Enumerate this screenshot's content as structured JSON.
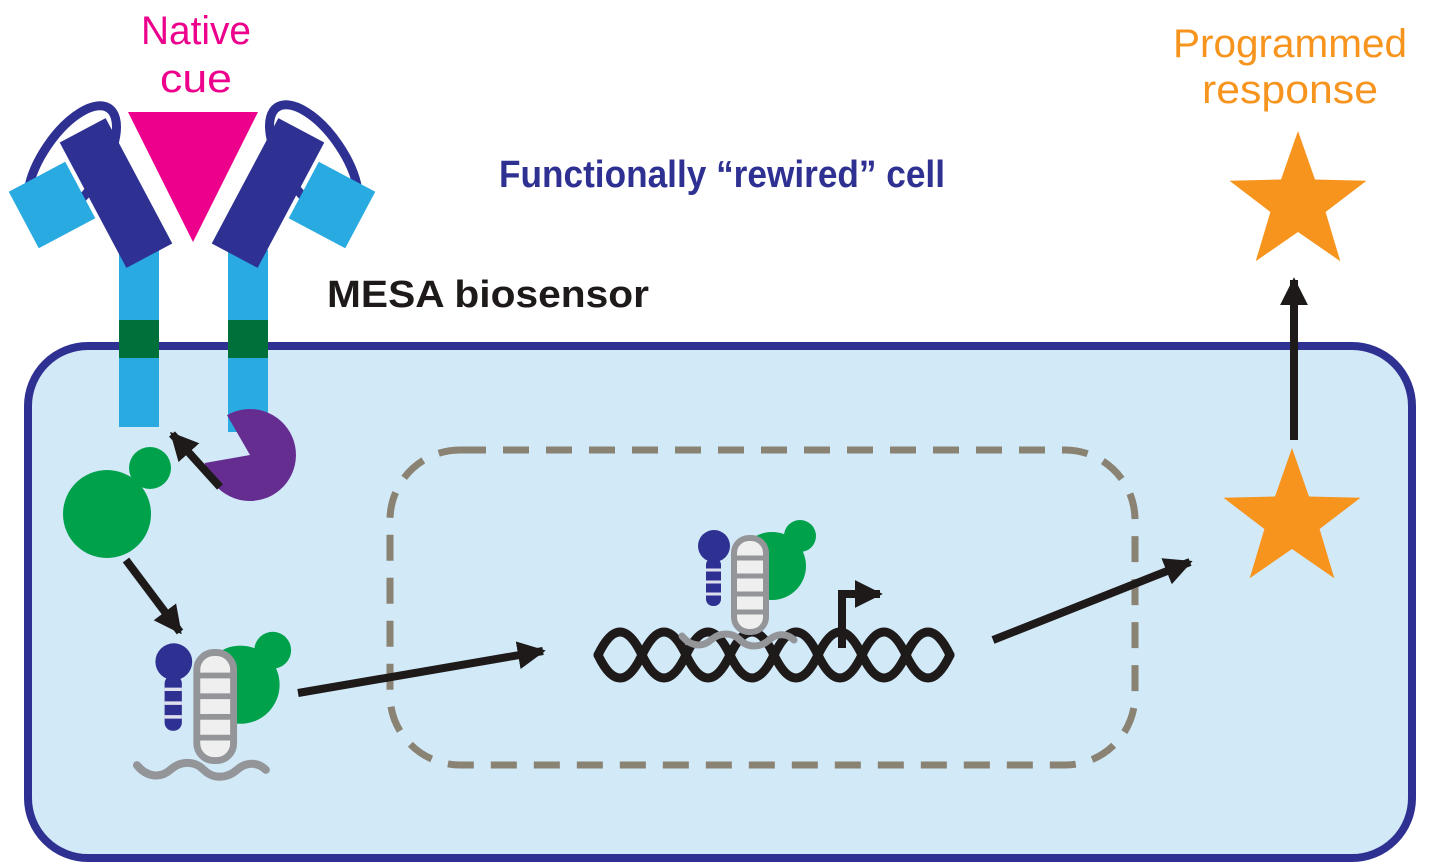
{
  "labels": {
    "native_cue_line1": "Native",
    "native_cue_line2": "cue",
    "rewired_cell": "Functionally “rewired” cell",
    "mesa_biosensor": "MESA biosensor",
    "programmed_response_line1": "Programmed",
    "programmed_response_line2": "response"
  },
  "colors": {
    "background": "#FFFFFF",
    "cell_fill": "#D2E9F8",
    "navy": "#2E3192",
    "cyan": "#29ABE2",
    "magenta": "#EC008C",
    "dark_green": "#00703A",
    "green": "#00A14B",
    "purple": "#662D91",
    "orange": "#F7941D",
    "black": "#1E1A1A",
    "gray": "#939598",
    "coil_fill": "#EFEFEF",
    "white": "#FFFFFF",
    "nucleus_dash": "#8A8272"
  },
  "shapes": {
    "cell": "cell-membrane-outline",
    "receptor": "mesa-receptor-icon",
    "native_cue": "cue-triangle-icon",
    "protease": "protease-pacman-icon",
    "signal_protein": "green-protein-icon",
    "transcription_factor": "transcription-factor-complex-icon",
    "nucleus": "nucleus-dashed-outline",
    "dna": "dna-helix-icon",
    "promoter": "transcription-start-arrow-icon",
    "response": "star-icon"
  }
}
